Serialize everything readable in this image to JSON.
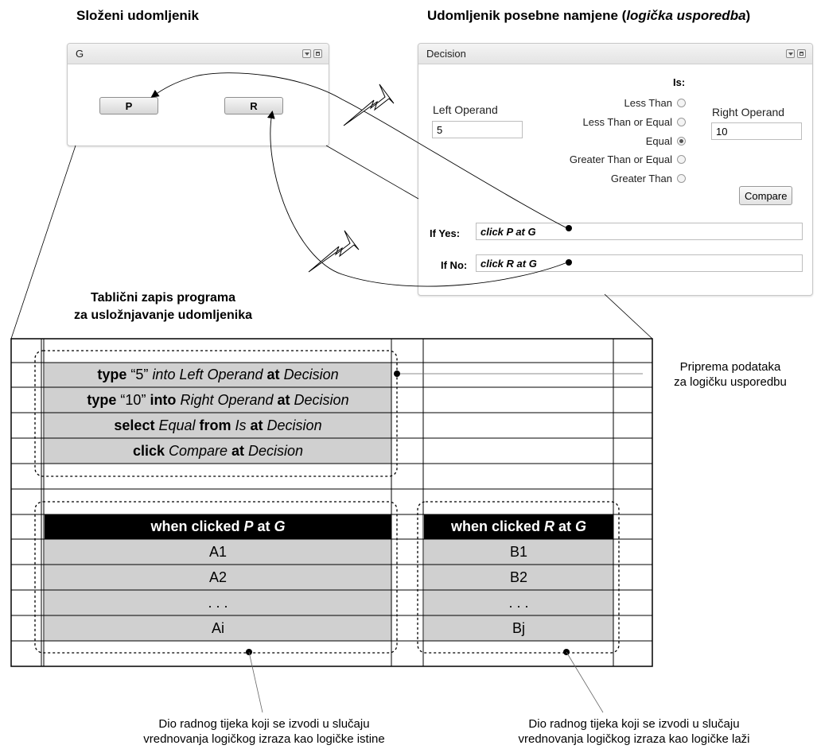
{
  "titles": {
    "left": "Složeni udomljenik",
    "right_prefix": "Udomljenik posebne namjene (",
    "right_italic": "logička usporedba",
    "right_suffix": ")",
    "table_line1": "Tablični zapis programa",
    "table_line2": "za usložnjavanje udomljenika"
  },
  "window_g": {
    "title": "G",
    "button_p": "P",
    "button_r": "R"
  },
  "decision": {
    "title": "Decision",
    "is_label": "Is:",
    "left_operand_label": "Left Operand",
    "left_operand_value": "5",
    "right_operand_label": "Right Operand",
    "right_operand_value": "10",
    "options": [
      "Less Than",
      "Less Than or Equal",
      "Equal",
      "Greater Than or Equal",
      "Greater Than"
    ],
    "selected": "Equal",
    "compare_button": "Compare",
    "if_yes_label": "If Yes:",
    "if_yes_value": "click P at G",
    "if_no_label": "If No:",
    "if_no_value": "click R at G"
  },
  "table": {
    "prep_rows": [
      [
        {
          "t": "type",
          "b": true
        },
        {
          "t": " “5” "
        },
        {
          "t": "into Left Operand",
          "i": true
        },
        {
          "t": " at ",
          "b": true
        },
        {
          "t": "Decision",
          "i": true
        }
      ],
      [
        {
          "t": "type",
          "b": true
        },
        {
          "t": " “10” "
        },
        {
          "t": "into",
          "b": true
        },
        {
          "t": " "
        },
        {
          "t": "Right Operand",
          "i": true
        },
        {
          "t": " at ",
          "b": true
        },
        {
          "t": "Decision",
          "i": true
        }
      ],
      [
        {
          "t": "select ",
          "b": true
        },
        {
          "t": "Equal",
          "i": true
        },
        {
          "t": " from ",
          "b": true
        },
        {
          "t": "Is",
          "i": true
        },
        {
          "t": " at ",
          "b": true
        },
        {
          "t": "Decision",
          "i": true
        }
      ],
      [
        {
          "t": "click ",
          "b": true
        },
        {
          "t": "Compare",
          "i": true
        },
        {
          "t": " at ",
          "b": true
        },
        {
          "t": "Decision",
          "i": true
        }
      ]
    ],
    "when_p": [
      {
        "t": "when clicked ",
        "b": true
      },
      {
        "t": "P",
        "i": true
      },
      {
        "t": " at ",
        "b": true
      },
      {
        "t": "G",
        "i": true
      }
    ],
    "when_r": [
      {
        "t": "when clicked ",
        "b": true
      },
      {
        "t": "R",
        "i": true
      },
      {
        "t": " at ",
        "b": true
      },
      {
        "t": "G",
        "i": true
      }
    ],
    "col_a": [
      "A1",
      "A2",
      ". . .",
      "Ai"
    ],
    "col_b": [
      "B1",
      "B2",
      ". . .",
      "Bj"
    ]
  },
  "annotations": {
    "prep_line1": "Priprema podataka",
    "prep_line2": "za logičku usporedbu",
    "true_line1": "Dio radnog tijeka koji se izvodi u slučaju",
    "true_line2": "vrednovanja logičkog izraza kao logičke istine",
    "false_line1": "Dio radnog tijeka koji se izvodi u slučaju",
    "false_line2": "vrednovanja logičkog izraza kao logičke laži"
  }
}
